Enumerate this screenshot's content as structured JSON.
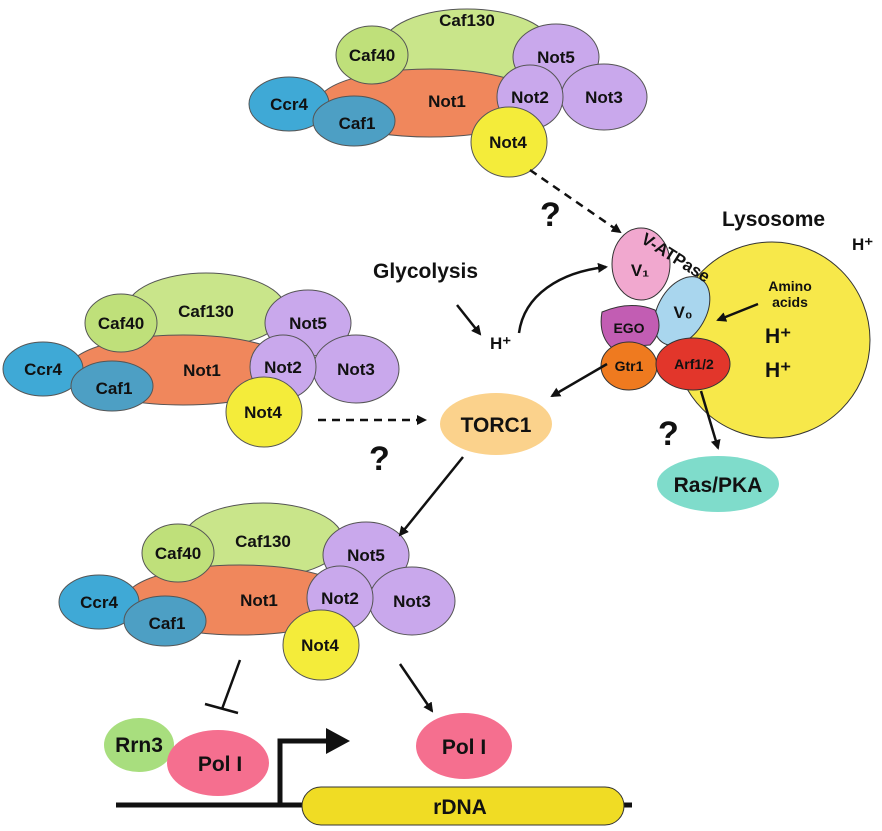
{
  "colors": {
    "ccr4": "#3fa9d6",
    "caf1": "#4d9fc4",
    "not1": "#f0875c",
    "caf40": "#bfe07a",
    "caf130": "#c9e58a",
    "not_purple": "#c9a8ec",
    "not4": "#f4ec3a",
    "v1": "#f1a8cf",
    "v0": "#a9d6ee",
    "ego": "#c25db3",
    "gtr1": "#ef7a1f",
    "arf": "#e2362b",
    "lysosome": "#f7e84a",
    "torc1": "#fbd28c",
    "ras": "#7fdccb",
    "rrn3": "#a8de7e",
    "pol": "#f56f8f",
    "rdna": "#f0dc24"
  },
  "complex_labels": {
    "ccr4": "Ccr4",
    "caf1": "Caf1",
    "caf40": "Caf40",
    "caf130": "Caf130",
    "not1": "Not1",
    "not2": "Not2",
    "not3": "Not3",
    "not4": "Not4",
    "not5": "Not5"
  },
  "lysosome": {
    "title": "Lysosome",
    "h_plus_outside": "H⁺",
    "amino_acids_line1": "Amino",
    "amino_acids_line2": "acids",
    "h_plus_1": "H⁺",
    "h_plus_2": "H⁺",
    "v_atpase": "V-ATPase",
    "v1": "V₁",
    "v0": "V₀",
    "ego": "EGO",
    "gtr1": "Gtr1",
    "arf": "Arf1/2"
  },
  "pathway": {
    "glycolysis": "Glycolysis",
    "h_plus": "H⁺",
    "torc1": "TORC1",
    "ras_pka": "Ras/PKA",
    "question_1": "?",
    "question_2": "?",
    "question_3": "?"
  },
  "transcription": {
    "rrn3": "Rrn3",
    "pol_left": "Pol I",
    "pol_right": "Pol I",
    "rdna": "rDNA"
  }
}
